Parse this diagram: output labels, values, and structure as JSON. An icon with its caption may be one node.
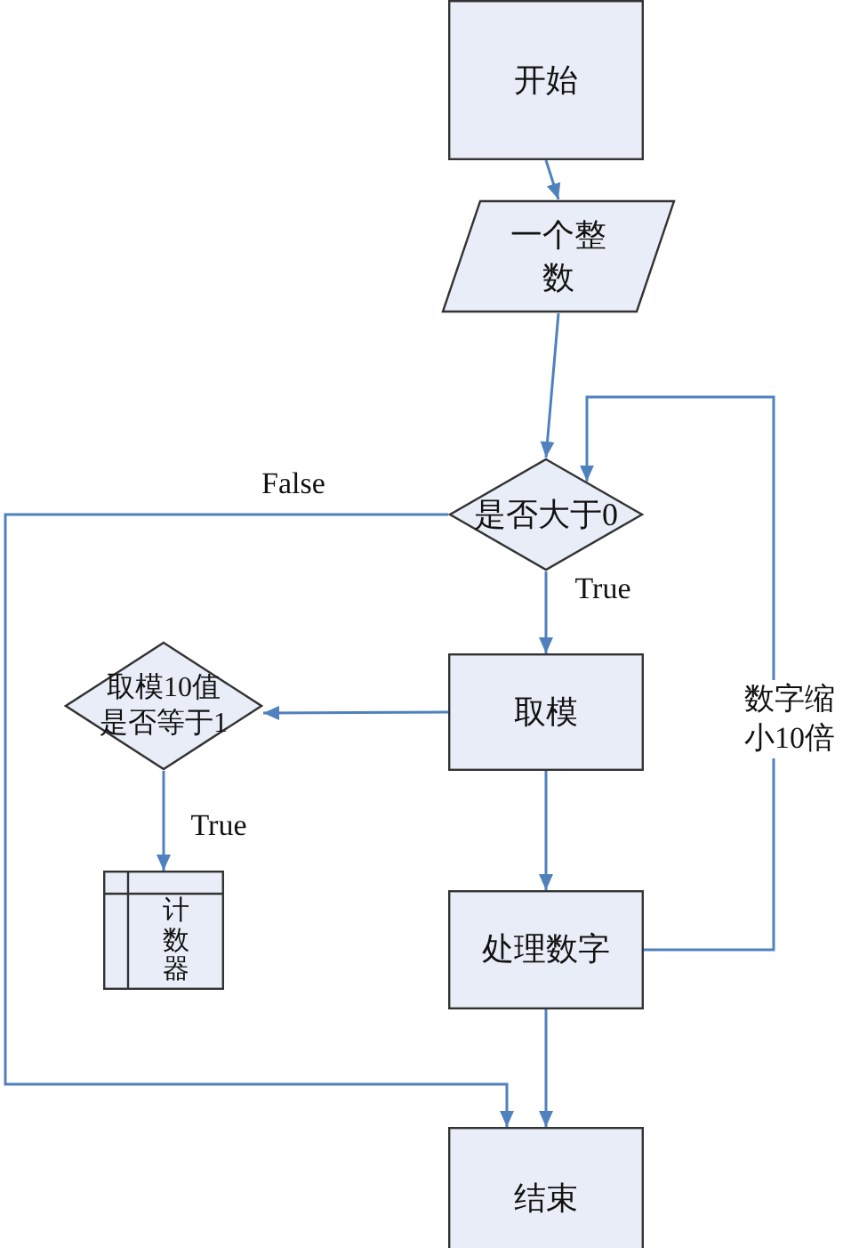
{
  "diagram": {
    "nodes": [
      {
        "text": [
          "开始"
        ]
      },
      {
        "text": [
          "一个整数"
        ]
      },
      {
        "text": [
          "是否大于0"
        ]
      },
      {
        "text": [
          "取模"
        ]
      },
      {
        "text": [
          "取模10值是否等于1"
        ]
      },
      {
        "text": [
          "计数器"
        ]
      },
      {
        "text": [
          "处理数字"
        ]
      },
      {
        "text": [
          "结束"
        ]
      }
    ],
    "edges": [
      {
        "from": 0,
        "to": 1,
        "arrow": "to"
      },
      {
        "from": 1,
        "to": 2,
        "arrow": "to"
      },
      {
        "from": 2,
        "to": 7,
        "arrow": "to",
        "label": "False"
      },
      {
        "from": 2,
        "to": 3,
        "arrow": "to",
        "label": "True"
      },
      {
        "from": 3,
        "to": 4,
        "arrow": "to"
      },
      {
        "from": 4,
        "to": 5,
        "arrow": "to",
        "label": "True"
      },
      {
        "from": 3,
        "to": 6,
        "arrow": "to"
      },
      {
        "from": 6,
        "to": 2,
        "arrow": "to",
        "label": "数字缩小10倍"
      },
      {
        "from": 6,
        "to": 7,
        "arrow": "to"
      }
    ]
  }
}
